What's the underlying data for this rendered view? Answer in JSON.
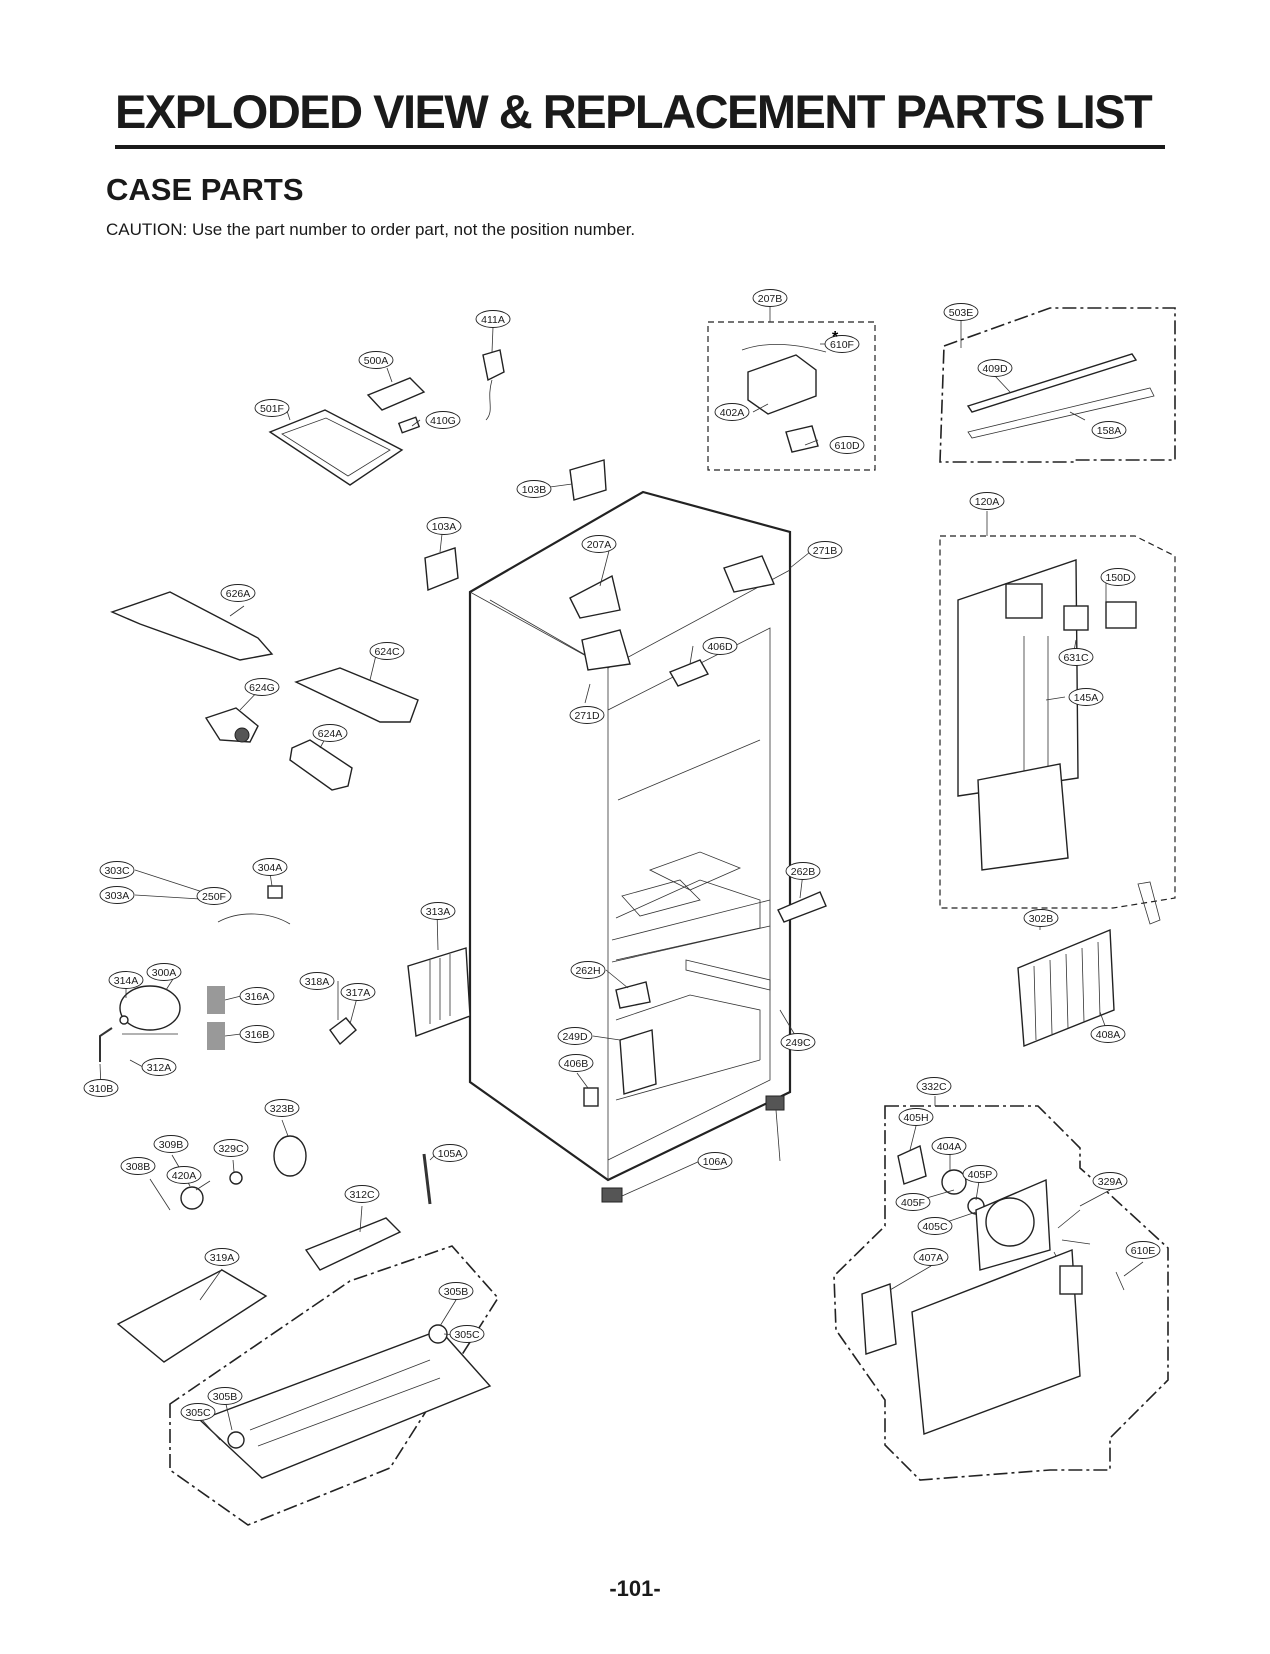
{
  "title": "EXPLODED VIEW & REPLACEMENT PARTS LIST",
  "section": "CASE PARTS",
  "caution": "CAUTION: Use the part number to order part, not the position number.",
  "page_number": "-101-",
  "asterisk": "*",
  "parts": [
    "207B",
    "503E",
    "411A",
    "610F",
    "500A",
    "409D",
    "501F",
    "410G",
    "402A",
    "610D",
    "158A",
    "103B",
    "120A",
    "103A",
    "207A",
    "271B",
    "150D",
    "626A",
    "406D",
    "624C",
    "631C",
    "624G",
    "145A",
    "271D",
    "624A",
    "304A",
    "262B",
    "303C",
    "303A",
    "250F",
    "313A",
    "302B",
    "300A",
    "314A",
    "318A",
    "262H",
    "316A",
    "317A",
    "316B",
    "249D",
    "249C",
    "408A",
    "312A",
    "406B",
    "310B",
    "332C",
    "323B",
    "405H",
    "309B",
    "404A",
    "329C",
    "105A",
    "308B",
    "420A",
    "106A",
    "405P",
    "329A",
    "405F",
    "312C",
    "405C",
    "610E",
    "407A",
    "319A",
    "305B",
    "305C",
    "305B",
    "305C"
  ]
}
